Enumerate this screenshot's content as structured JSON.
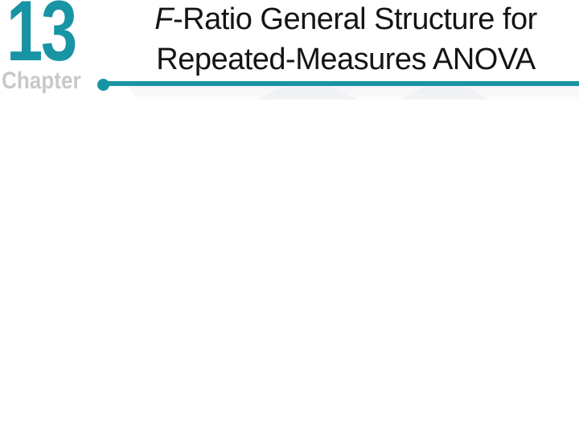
{
  "slide": {
    "chapter_number": "13",
    "chapter_label": "Chapter",
    "title": {
      "line1_italic": "F",
      "line1_rest": "-Ratio General Structure for",
      "line2": "Repeated-Measures ANOVA"
    }
  },
  "colors": {
    "accent_teal": "#1894A4",
    "chapter_gray": "#C8C9CA",
    "title_black": "#141414",
    "watermark_gray": "#EDEFF1"
  }
}
